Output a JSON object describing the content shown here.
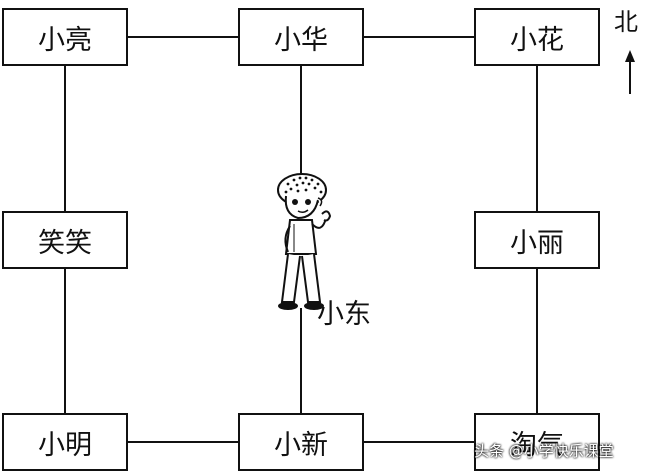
{
  "boxes": {
    "top_left": "小亮",
    "top_center": "小华",
    "top_right": "小花",
    "mid_left": "笑笑",
    "mid_right": "小丽",
    "bot_left": "小明",
    "bot_center": "小新",
    "bot_right": "淘气"
  },
  "compass": {
    "label": "北"
  },
  "person": {
    "label": "小东"
  },
  "watermark": {
    "text": "头条 @小学快乐课堂"
  }
}
